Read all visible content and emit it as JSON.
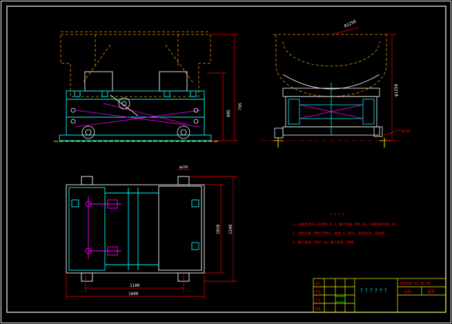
{
  "drawing": {
    "colors": {
      "background": "#000000",
      "frame": "#ffffff",
      "outline": "#ffffff",
      "structure": "#00ffff",
      "hidden": "#ff00ff",
      "dimension": "#ff0000",
      "yellow": "#ffff00",
      "green": "#00ff00"
    },
    "dims": {
      "side_overall_height": "795",
      "side_mid_height": "605",
      "bore_radius": "R1250",
      "right_height": "φ1250",
      "plan_width_inner": "1100",
      "plan_width_outer": "1600",
      "plan_height_inner": "1020",
      "plan_height_outer": "1240",
      "wheel_callout": "φ220",
      "right_small_callout": "φ100"
    },
    "notes": {
      "title": "？？？？",
      "line1": "1、托辊直径与工件直径 R 1，最大负载 400 kg，托辊间距可调 18",
      "line2": "2、电机功率 380V/50Hz，输出 0.18kw，转速可调，自动转",
      "line3": "3、最大载重 1600 kg，最大直径 1400"
    },
    "title_block": {
      "drawing_no": "ZG0000-01.00.00",
      "name": "？？？？？？",
      "scale_label": "比例",
      "sheet_label": "图号",
      "row_labels": [
        "设计",
        "审核",
        "工艺",
        "批准"
      ]
    }
  }
}
